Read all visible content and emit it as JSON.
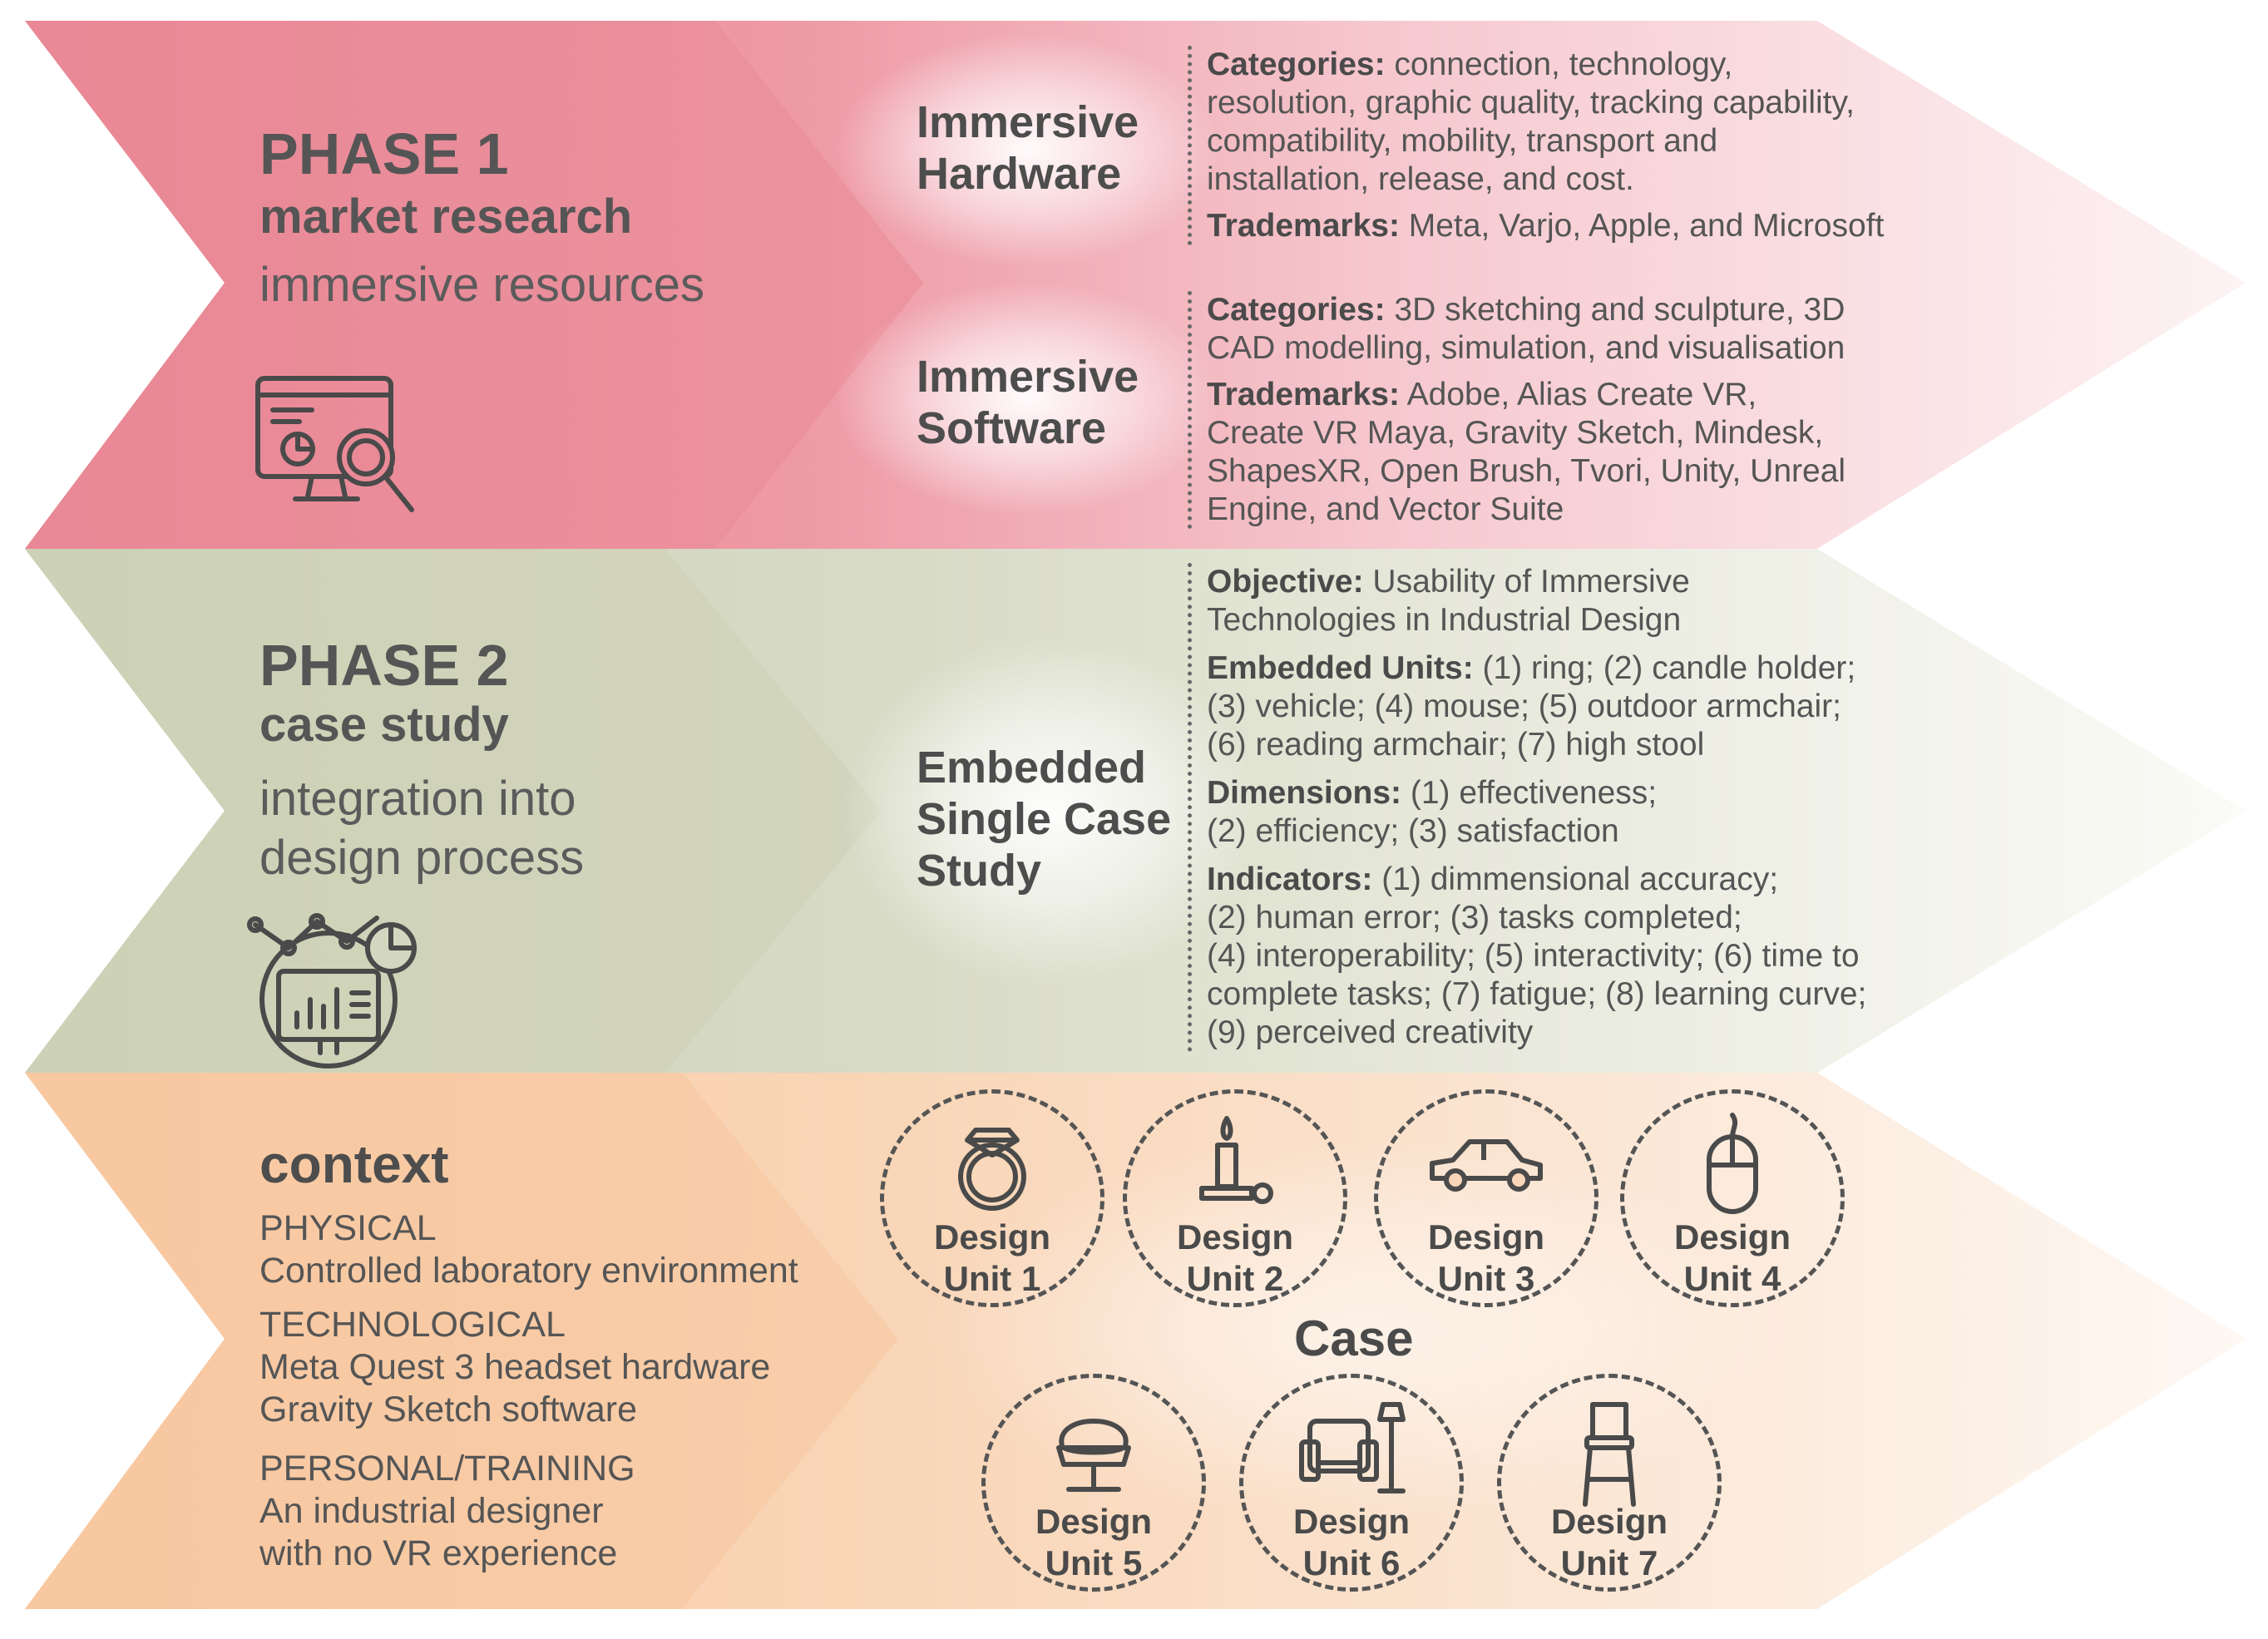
{
  "phase1": {
    "title": "PHASE 1",
    "subtitle": "market research",
    "desc": "immersive resources",
    "hardware": {
      "label_lines": [
        "Immersive",
        "Hardware"
      ],
      "categories_key": "Categories:",
      "categories_lines": [
        " connection, technology,",
        "resolution, graphic quality, tracking capability,",
        "compatibility, mobility, transport and",
        "installation, release, and cost."
      ],
      "trademarks_key": "Trademarks:",
      "trademarks_lines": [
        " Meta, Varjo, Apple, and Microsoft"
      ]
    },
    "software": {
      "label_lines": [
        "Immersive",
        "Software"
      ],
      "categories_key": "Categories:",
      "categories_lines": [
        " 3D sketching and sculpture, 3D",
        "CAD modelling, simulation, and visualisation"
      ],
      "trademarks_key": "Trademarks:",
      "trademarks_lines": [
        " Adobe, Alias Create VR,",
        "Create VR Maya, Gravity Sketch, Mindesk,",
        "ShapesXR, Open Brush, Tvori, Unity,  Unreal",
        "Engine, and Vector Suite"
      ]
    }
  },
  "phase2": {
    "title": "PHASE 2",
    "subtitle": "case study",
    "desc_lines": [
      "integration into",
      "design process"
    ],
    "label_lines": [
      "Embedded",
      "Single Case",
      "Study"
    ],
    "objective_key": "Objective:",
    "objective_lines": [
      " Usability of Immersive",
      "Technologies in Industrial Design"
    ],
    "units_key": "Embedded Units:",
    "units_lines": [
      "  (1) ring; (2) candle holder;",
      "(3) vehicle; (4) mouse; (5) outdoor armchair;",
      "(6) reading armchair;  (7) high stool"
    ],
    "dimensions_key": "Dimensions:",
    "dimensions_lines": [
      " (1) effectiveness;",
      "(2) efficiency; (3) satisfaction"
    ],
    "indicators_key": "Indicators:",
    "indicators_lines": [
      " (1) dimmensional accuracy;",
      "(2) human error; (3) tasks completed;",
      "(4) interoperability; (5) interactivity; (6) time to",
      "complete tasks; (7) fatigue; (8) learning curve;",
      "(9) perceived creativity"
    ]
  },
  "context": {
    "title": "context",
    "lines": [
      "PHYSICAL",
      "Controlled laboratory environment",
      "TECHNOLOGICAL",
      "Meta Quest 3 headset hardware",
      "Gravity Sketch software",
      "PERSONAL/TRAINING",
      "An industrial designer",
      "with no VR experience"
    ],
    "case_label": "Case",
    "units": [
      {
        "line1": "Design",
        "line2": "Unit 1",
        "icon": "ring-icon"
      },
      {
        "line1": "Design",
        "line2": "Unit 2",
        "icon": "candle-holder-icon"
      },
      {
        "line1": "Design",
        "line2": "Unit 3",
        "icon": "vehicle-icon"
      },
      {
        "line1": "Design",
        "line2": "Unit 4",
        "icon": "mouse-icon"
      },
      {
        "line1": "Design",
        "line2": "Unit 5",
        "icon": "outdoor-armchair-icon"
      },
      {
        "line1": "Design",
        "line2": "Unit 6",
        "icon": "reading-armchair-icon"
      },
      {
        "line1": "Design",
        "line2": "Unit 7",
        "icon": "high-stool-icon"
      }
    ]
  },
  "colors": {
    "phase1": "#ea8a97",
    "phase2": "#d4d7bf",
    "context": "#f9d2b0",
    "text": "#4a4a4a"
  }
}
